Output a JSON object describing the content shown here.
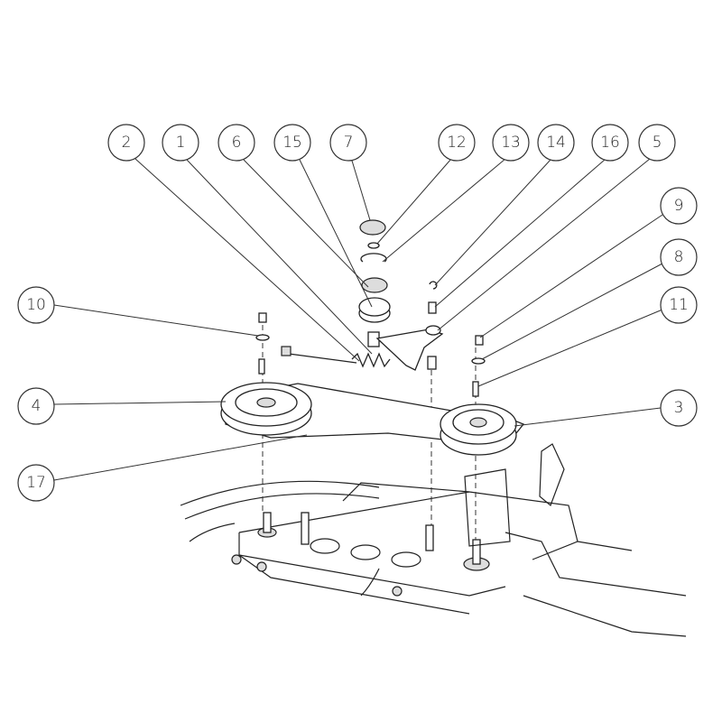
{
  "callouts": [
    {
      "label": "2"
    },
    {
      "label": "1"
    },
    {
      "label": "6"
    },
    {
      "label": "15"
    },
    {
      "label": "7"
    },
    {
      "label": "12"
    },
    {
      "label": "13"
    },
    {
      "label": "14"
    },
    {
      "label": "16"
    },
    {
      "label": "5"
    },
    {
      "label": "9"
    },
    {
      "label": "8"
    },
    {
      "label": "11"
    },
    {
      "label": "10"
    },
    {
      "label": "4"
    },
    {
      "label": "3"
    },
    {
      "label": "17"
    }
  ]
}
